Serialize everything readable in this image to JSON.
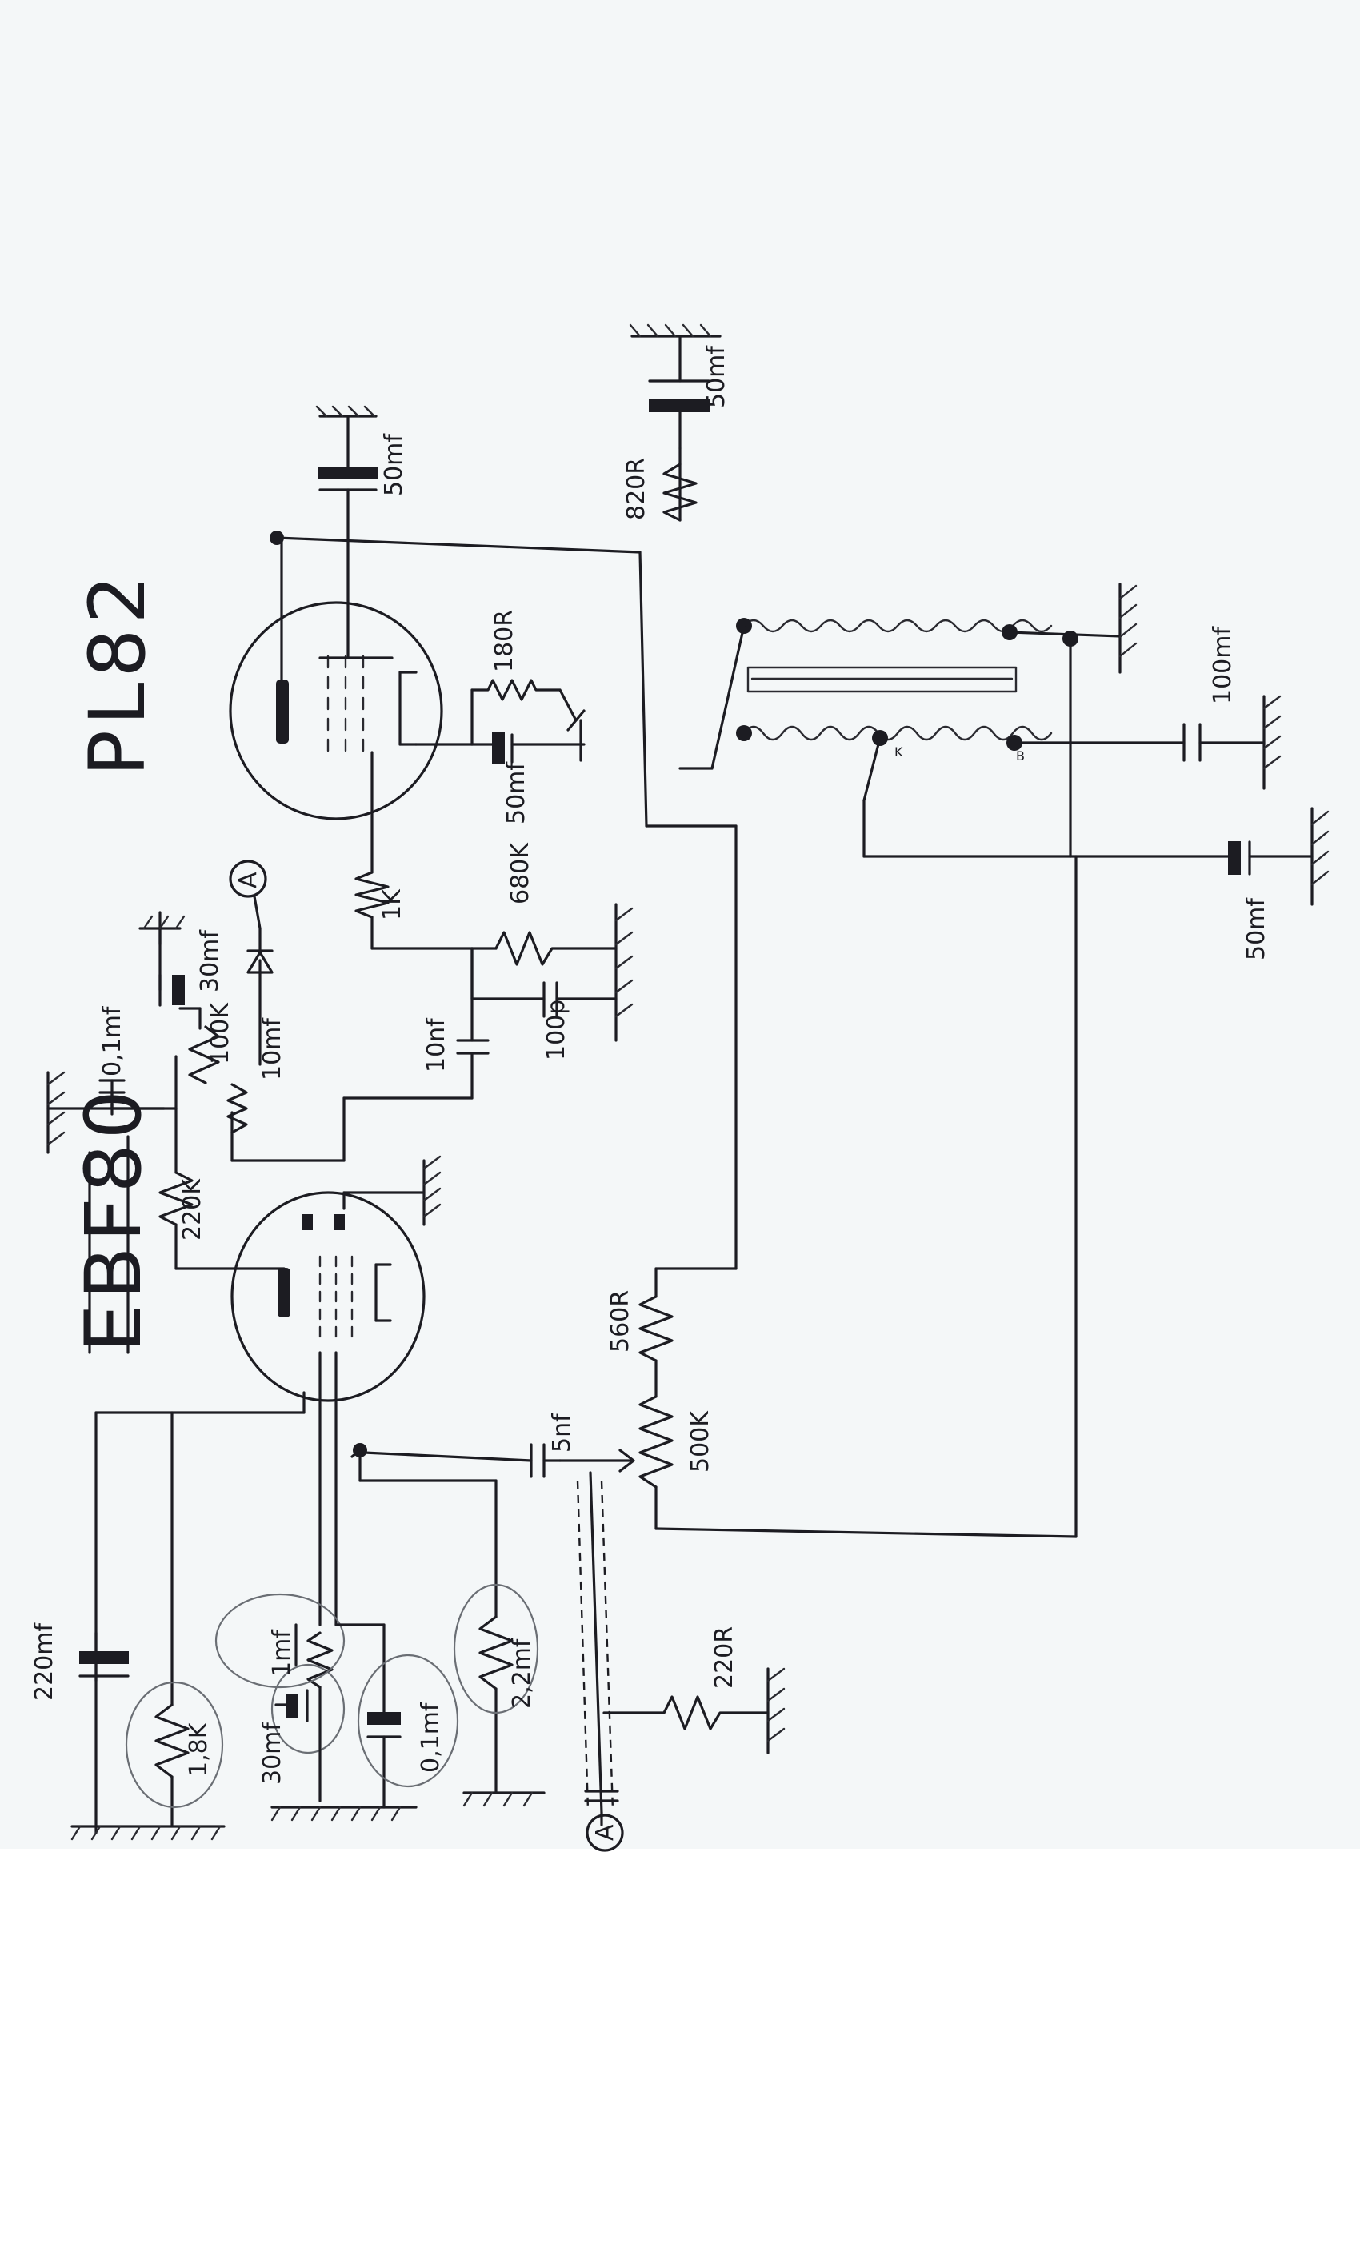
{
  "tubes": {
    "output": "PL82",
    "preamp": "EBF80"
  },
  "connector": "A",
  "labels": {
    "c_pl82_screen": "50mf",
    "r_820": "820R",
    "c_820": "50mf",
    "r_cathode_pl82": "180R",
    "c_cathode_pl82": "50mf",
    "r_grid_stop": "1K",
    "r_grid_leak": "680K",
    "c_coupling": "10nf",
    "c_hf": "100p",
    "c_100": "100mf",
    "c_50_right": "50mf",
    "c_01": "0,1mf",
    "r_100k": "100K",
    "c_30": "30mf",
    "r_10": "10mf",
    "r_220k": "220K",
    "r_560": "560R",
    "r_volume": "500K",
    "c_5nf": "5nf",
    "r_220": "220R",
    "c_220": "220mf",
    "r_18k": "1,8K",
    "c_30_low": "30mf",
    "r_1m": "1mf",
    "c_01_low": "0,1mf",
    "r_22m": "2,2mf",
    "coil_k": "K",
    "coil_b": "B"
  }
}
